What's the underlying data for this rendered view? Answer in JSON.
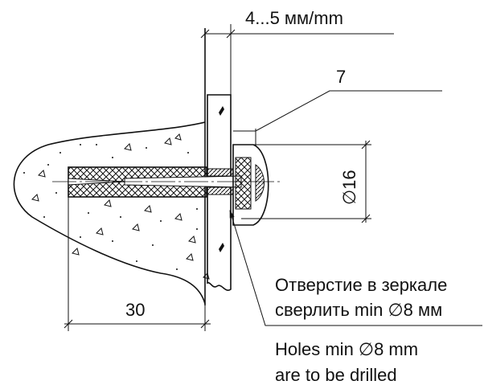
{
  "drawing": {
    "thickness_dimension": "4...5 мм/mm",
    "part_number": "7",
    "diameter_dimension": "∅16",
    "depth_dimension": "30",
    "note_ru_line1": "Отверстие в зеркале",
    "note_ru_line2": "сверлить  min ∅8 мм",
    "note_en_line1": "Holes  min ∅8 mm",
    "note_en_line2": "are to be drilled"
  },
  "colors": {
    "ink": "#111111",
    "background": "#ffffff"
  }
}
